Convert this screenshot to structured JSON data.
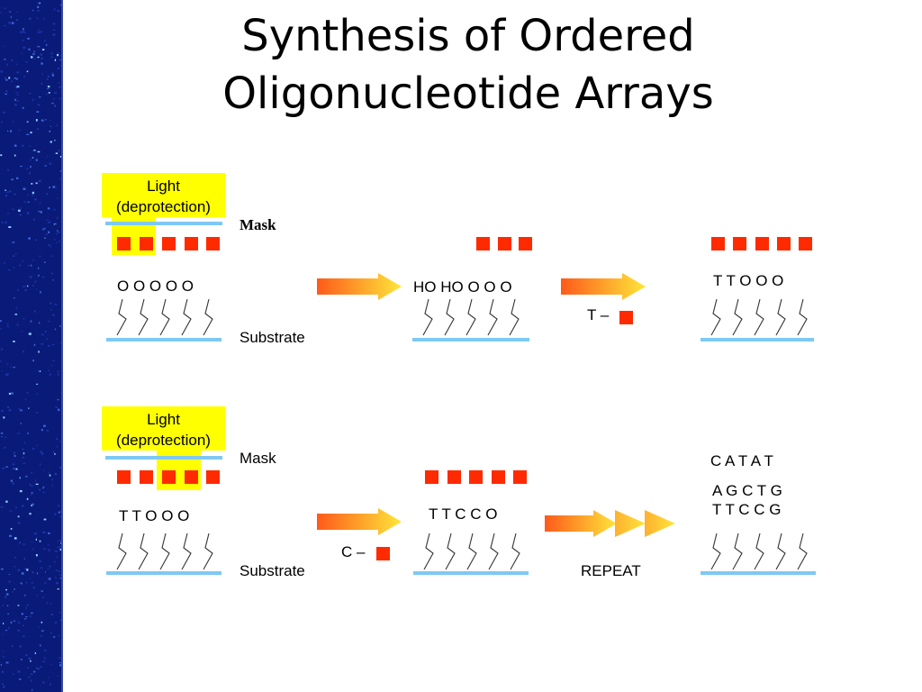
{
  "title": {
    "line1": "Synthesis of Ordered",
    "line2": "Oligonucleotide Arrays"
  },
  "colors": {
    "sidebar": "#0a1a78",
    "highlight": "#ffff00",
    "mask_line": "#7fc8f4",
    "protect_square": "#ff2a00",
    "arrow_start": "#ff5a1a",
    "arrow_end": "#ffe63a"
  },
  "row1": {
    "light_line1": "Light",
    "light_line2": "(deprotection)",
    "mask_label": "Mask",
    "substrate_label": "Substrate",
    "step1_sequence": "O O O O O",
    "step2_sequence": "HO HO O O O",
    "reagent_label": "T –",
    "step3_sequence": "T T O O O"
  },
  "row2": {
    "light_line1": "Light",
    "light_line2": "(deprotection)",
    "mask_label": "Mask",
    "substrate_label": "Substrate",
    "step1_sequence": "T T O O O",
    "step2_sequence": "T T C C O",
    "reagent_label": "C –",
    "repeat_label": "REPEAT",
    "final_line1": "C A T A T",
    "final_line2": "A G C T G",
    "final_line3": "T T C C G"
  }
}
